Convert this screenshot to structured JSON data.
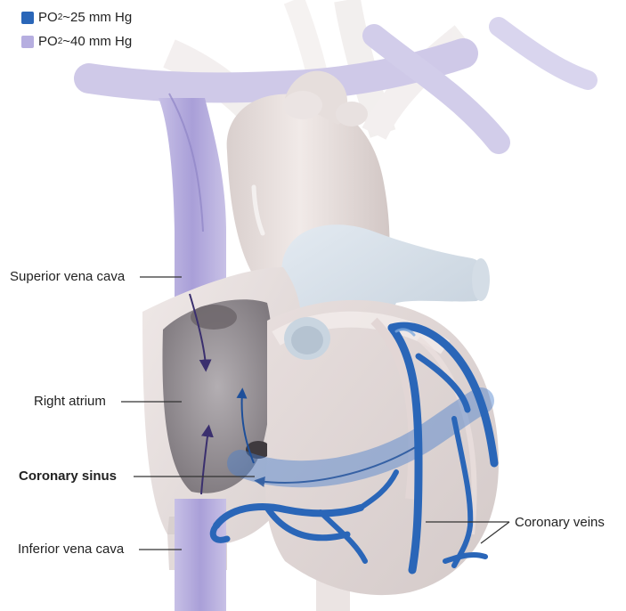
{
  "legend": {
    "items": [
      {
        "prefix": "PO",
        "sub": "2",
        "suffix": " ~25 mm Hg",
        "color": "#2a66b8"
      },
      {
        "prefix": "PO",
        "sub": "2",
        "suffix": " ~40 mm Hg",
        "color": "#b6aee0"
      }
    ]
  },
  "labels": {
    "superior_vena_cava": "Superior vena cava",
    "right_atrium": "Right atrium",
    "coronary_sinus": "Coronary sinus",
    "inferior_vena_cava": "Inferior vena cava",
    "coronary_veins": "Coronary veins"
  },
  "colors": {
    "deoxygenated_blue": "#2a66b8",
    "venous_lavender": "#b6aee0",
    "tissue": "#ece4e2",
    "vessel_light": "#d6e0ea"
  }
}
